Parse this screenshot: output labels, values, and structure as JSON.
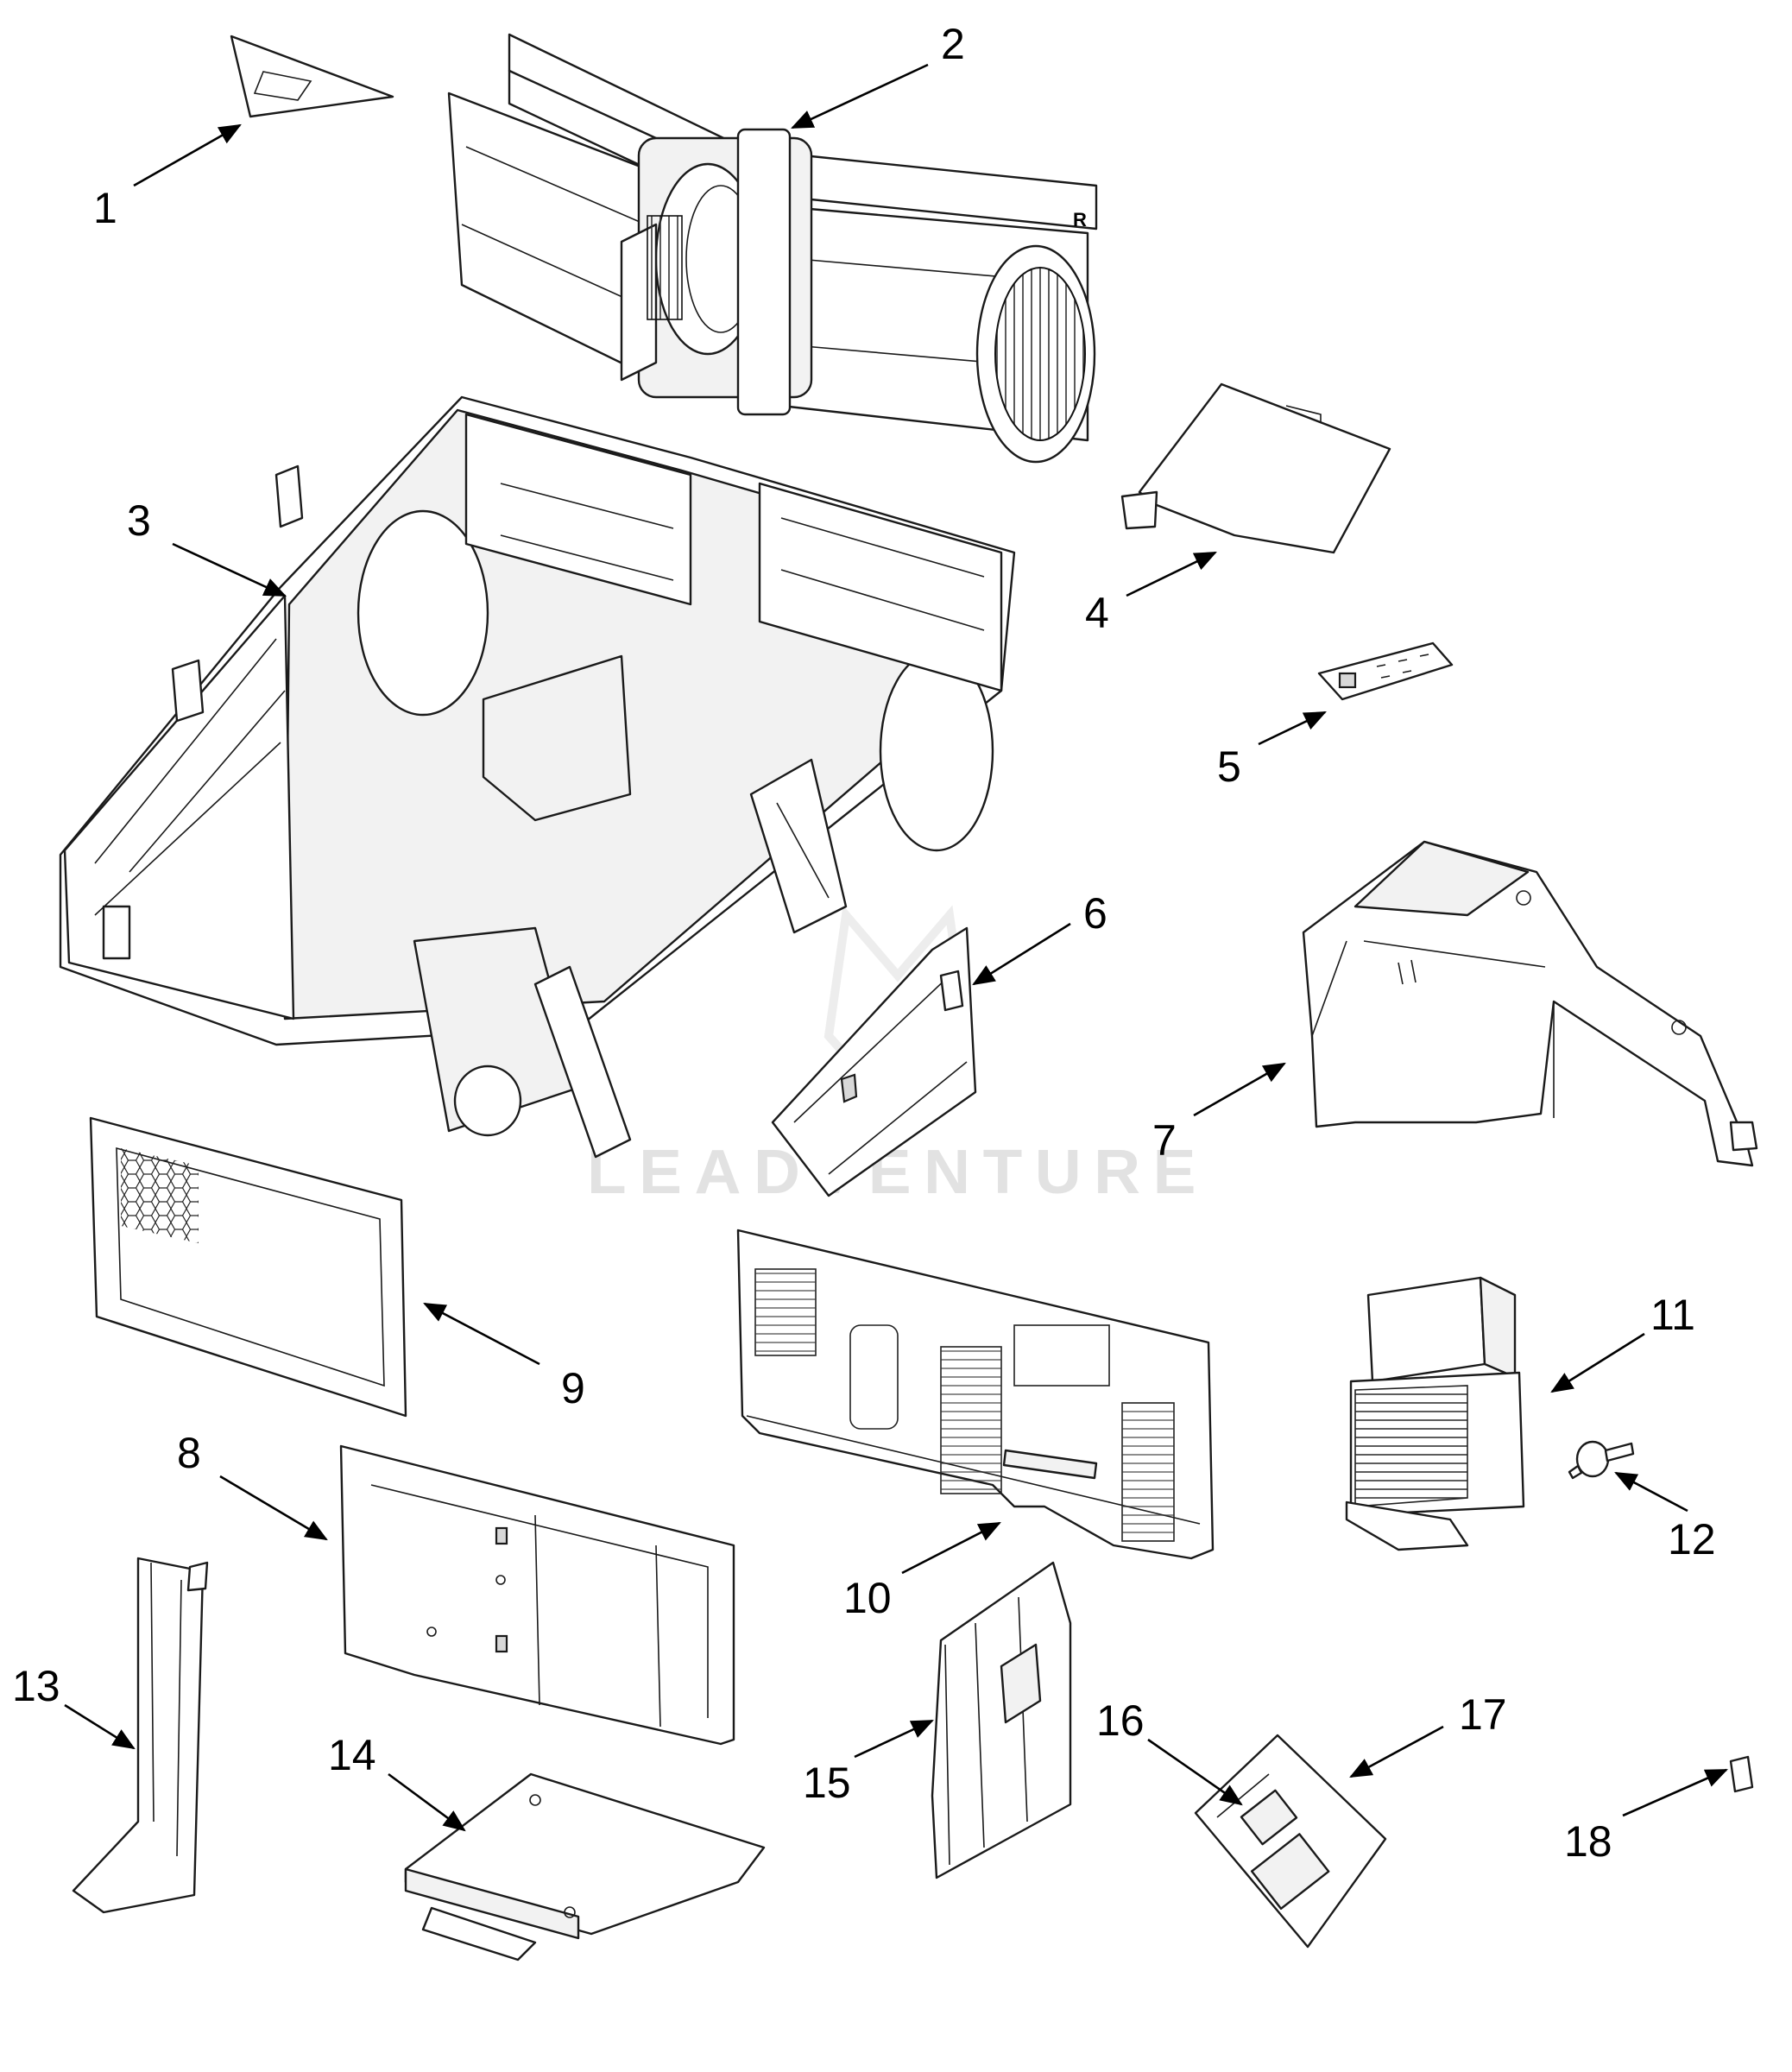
{
  "watermark": "LEADVENTURE",
  "fan_housing_mark": "R",
  "callouts": [
    "1",
    "2",
    "3",
    "4",
    "5",
    "6",
    "7",
    "8",
    "9",
    "10",
    "11",
    "12",
    "13",
    "14",
    "15",
    "16",
    "17",
    "18"
  ]
}
